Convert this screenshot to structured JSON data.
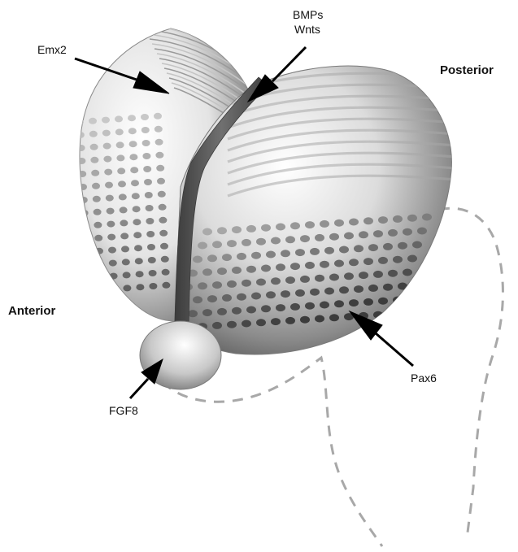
{
  "labels": {
    "emx2": "Emx2",
    "bmps": "BMPs",
    "wnts": "Wnts",
    "posterior": "Posterior",
    "anterior": "Anterior",
    "pax6": "Pax6",
    "fgf8": "FGF8"
  },
  "colors": {
    "text": "#111111",
    "arrow": "#000000",
    "dashed_outline": "#a8a8a8",
    "midline": "#5e5e5e"
  }
}
